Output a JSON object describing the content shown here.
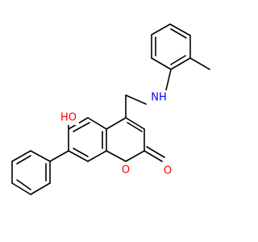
{
  "colors": {
    "background": "#ffffff",
    "bond": "#000000",
    "oxygen": "#ff0000",
    "nitrogen": "#0000ff"
  },
  "atoms": {
    "hydroxyl_label": "HO",
    "ring_oxygen_label": "O",
    "carbonyl_oxygen_label": "O",
    "amine_label": "NH"
  }
}
